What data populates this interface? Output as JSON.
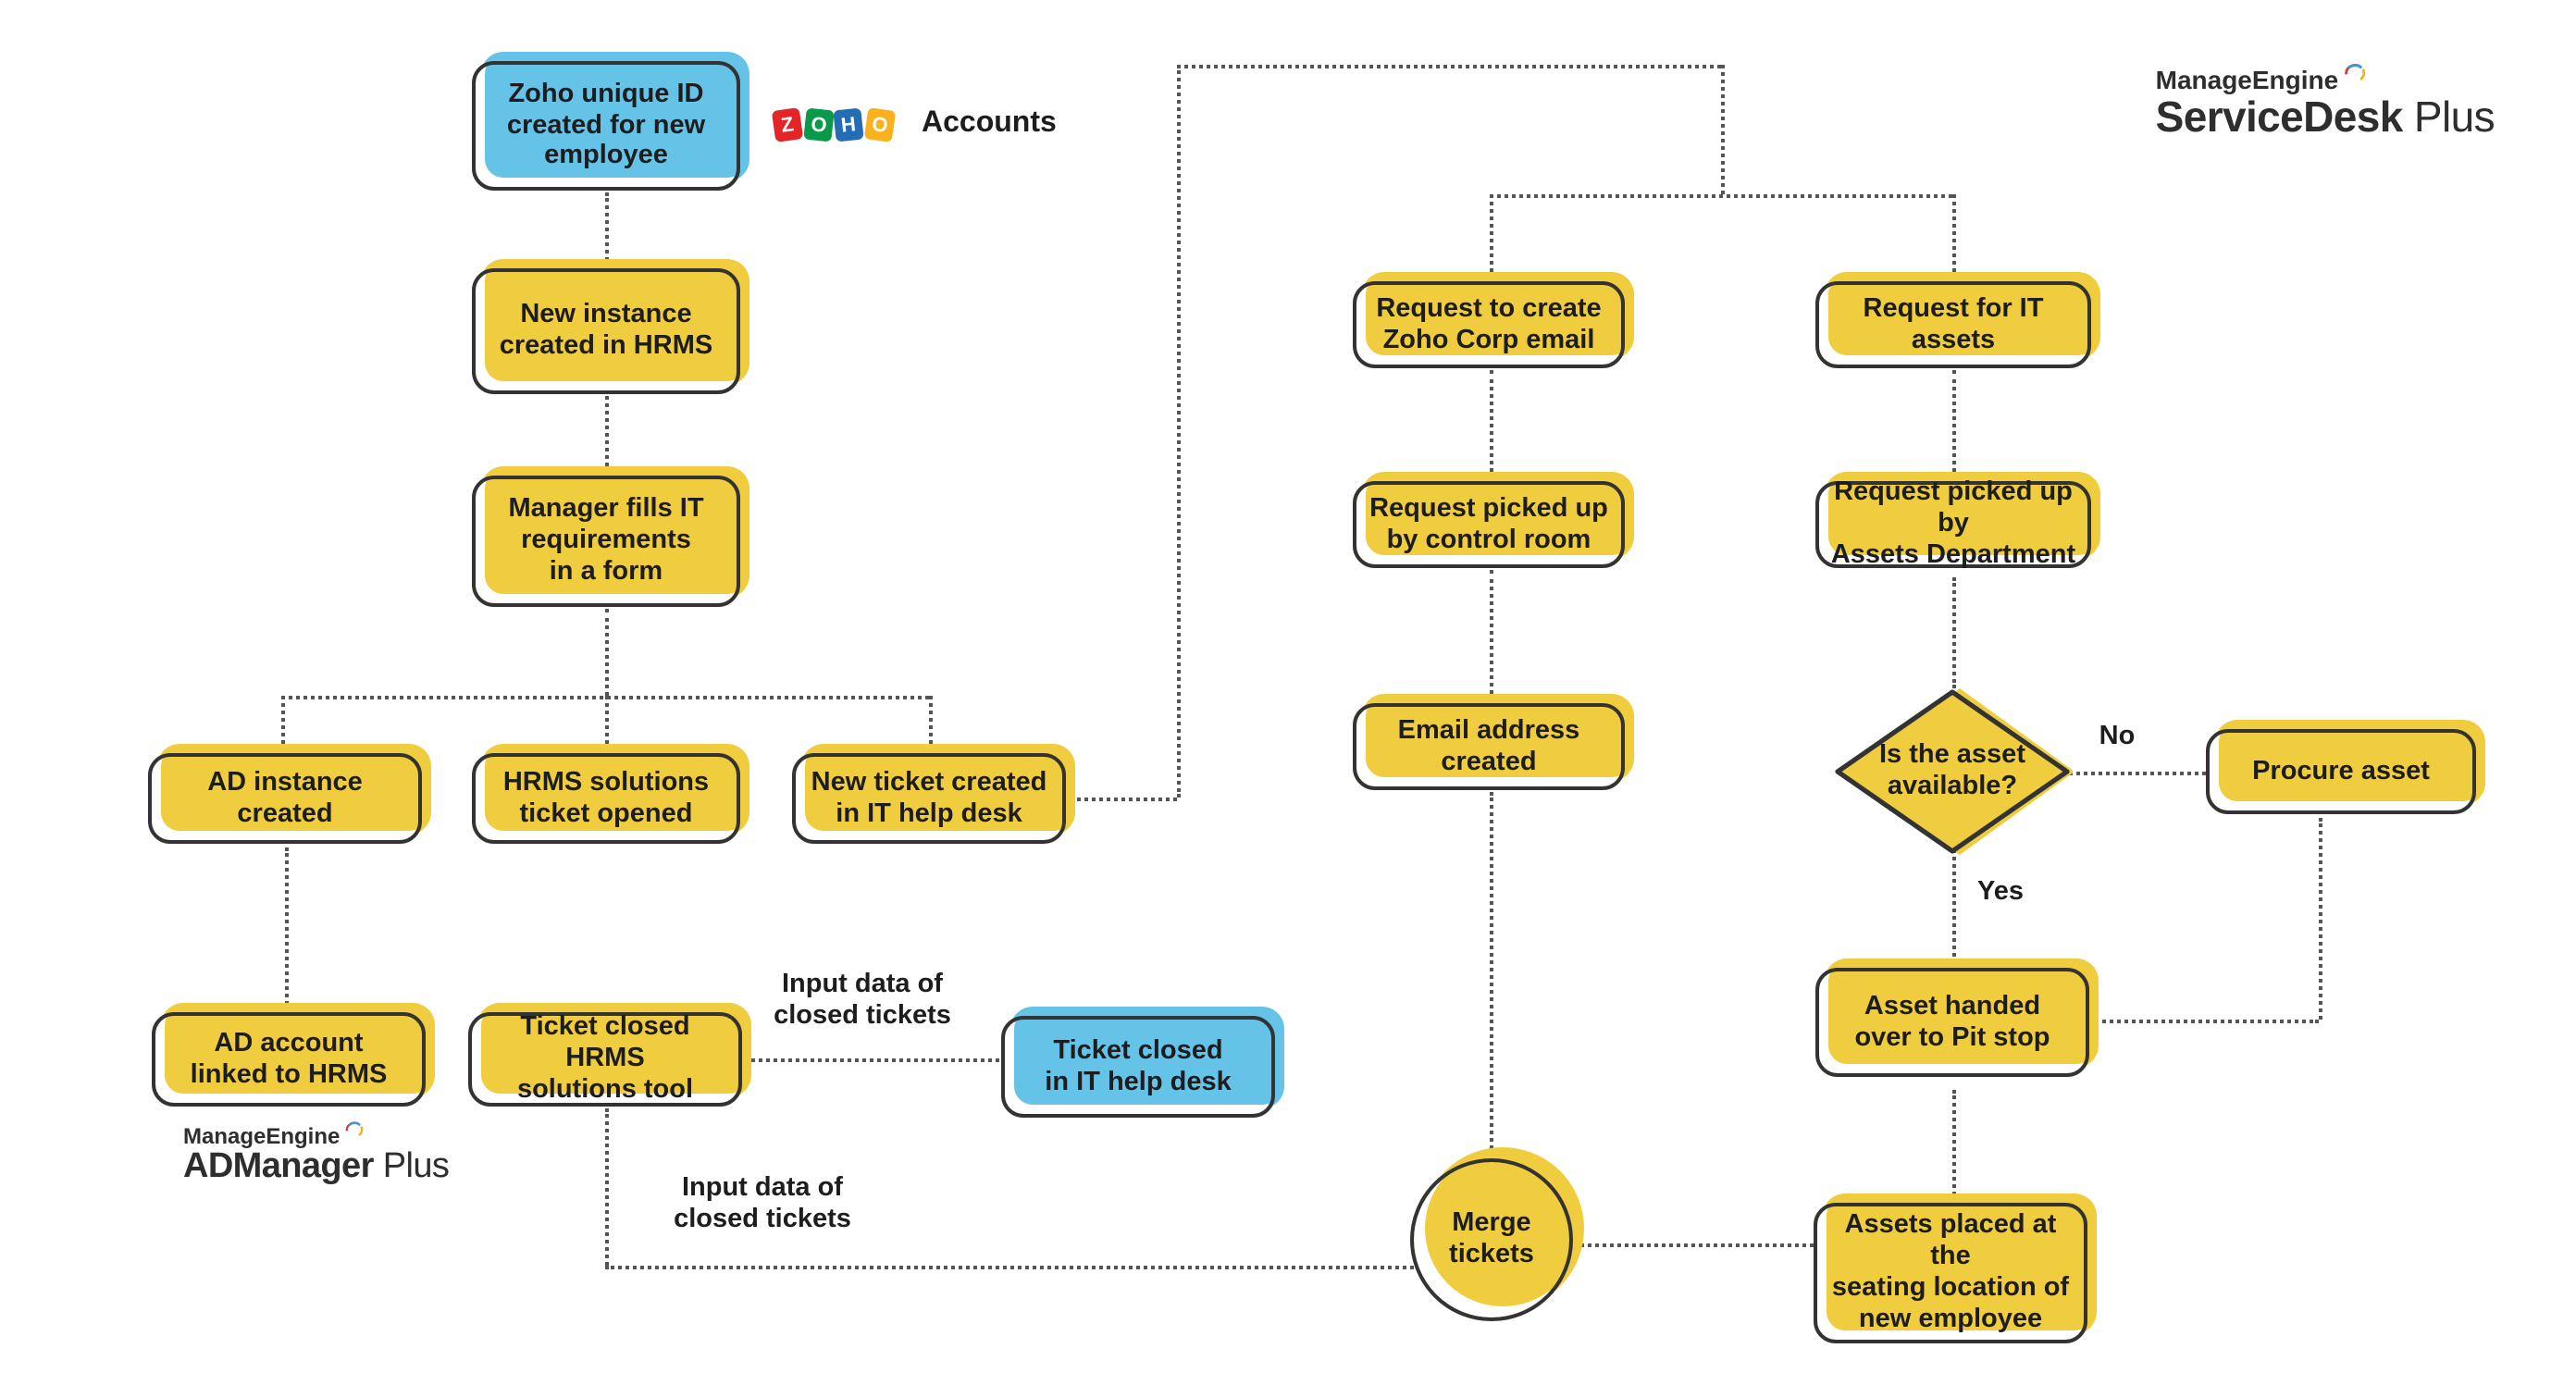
{
  "colors": {
    "node_yellow": "#F0CD3E",
    "node_blue": "#66C3E8",
    "node_border": "#333333",
    "connector": "#555555",
    "zoho_z": "#E42527",
    "zoho_o1": "#089949",
    "zoho_h": "#226DB4",
    "zoho_o2": "#F9B21D"
  },
  "zoho_logo": {
    "letters": [
      "Z",
      "O",
      "H",
      "O"
    ],
    "suffix": "Accounts"
  },
  "servicedesk_logo": {
    "brand": "ManageEngine",
    "product": "ServiceDesk",
    "plus": " Plus"
  },
  "admanager_logo": {
    "brand": "ManageEngine",
    "product": "ADManager",
    "plus": " Plus"
  },
  "nodes": {
    "zoho_id": {
      "text": "Zoho unique ID\ncreated for new\nemployee",
      "type": "start",
      "color": "blue"
    },
    "hrms_instance": {
      "text": "New instance\ncreated in HRMS",
      "type": "process",
      "color": "yellow"
    },
    "manager_form": {
      "text": "Manager fills IT\nrequirements\nin a form",
      "type": "process",
      "color": "yellow"
    },
    "ad_instance": {
      "text": "AD instance created",
      "type": "process",
      "color": "yellow"
    },
    "hrms_ticket": {
      "text": "HRMS solutions\nticket opened",
      "type": "process",
      "color": "yellow"
    },
    "new_ticket": {
      "text": "New ticket created\nin IT help desk",
      "type": "process",
      "color": "yellow"
    },
    "ad_linked": {
      "text": "AD account\nlinked to HRMS",
      "type": "process",
      "color": "yellow"
    },
    "ticket_closed_hrms": {
      "text": "Ticket closed HRMS\nsolutions tool",
      "type": "process",
      "color": "yellow"
    },
    "ticket_closed_it": {
      "text": "Ticket closed\nin IT help desk",
      "type": "end",
      "color": "blue"
    },
    "request_email": {
      "text": "Request to create\nZoho Corp email",
      "type": "process",
      "color": "yellow"
    },
    "request_control_room": {
      "text": "Request picked up\nby control room",
      "type": "process",
      "color": "yellow"
    },
    "email_created": {
      "text": "Email address\ncreated",
      "type": "process",
      "color": "yellow"
    },
    "request_assets": {
      "text": "Request for IT\nassets",
      "type": "process",
      "color": "yellow"
    },
    "request_assets_dept": {
      "text": "Request picked up by\nAssets Department",
      "type": "process",
      "color": "yellow"
    },
    "asset_available": {
      "text": "Is the asset\navailable?",
      "type": "decision",
      "color": "yellow"
    },
    "procure_asset": {
      "text": "Procure asset",
      "type": "process",
      "color": "yellow"
    },
    "asset_pit_stop": {
      "text": "Asset handed\nover to Pit stop",
      "type": "process",
      "color": "yellow"
    },
    "assets_placed": {
      "text": "Assets placed at the\nseating location of\nnew employee",
      "type": "process",
      "color": "yellow"
    },
    "merge_tickets": {
      "text": "Merge\ntickets",
      "type": "connector",
      "color": "yellow"
    }
  },
  "labels": {
    "input_data_top": "Input data of\nclosed tickets",
    "input_data_bottom": "Input data of\nclosed tickets",
    "no": "No",
    "yes": "Yes"
  }
}
